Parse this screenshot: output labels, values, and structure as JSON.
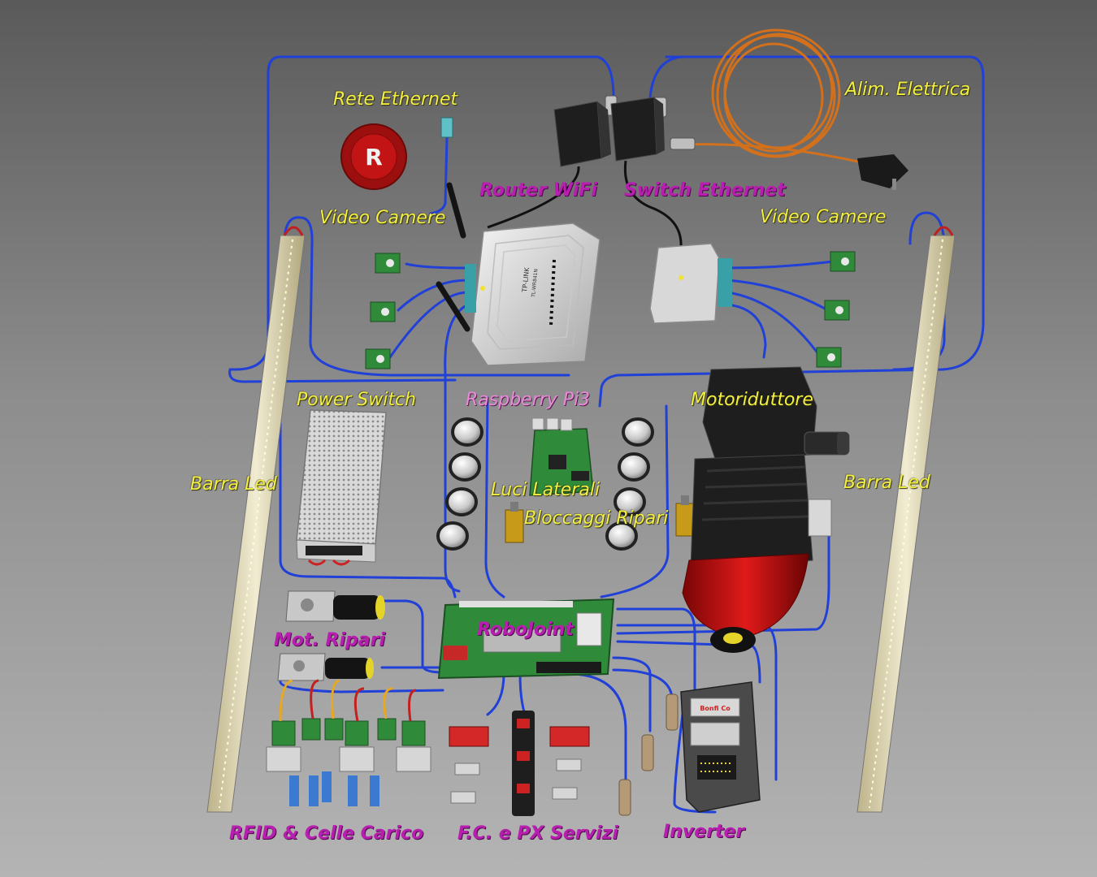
{
  "labels": {
    "rete_ethernet": "Rete Ethernet",
    "alim_elettrica": "Alim. Elettrica",
    "router_wifi": "Router WiFi",
    "switch_ethernet": "Switch Ethernet",
    "video_camere_left": "Video Camere",
    "video_camere_right": "Video Camere",
    "power_switch": "Power Switch",
    "raspberry_pi3": "Raspberry Pi3",
    "motoriduttore": "Motoriduttore",
    "barra_led_left": "Barra Led",
    "barra_led_right": "Barra Led",
    "luci_laterali": "Luci Laterali",
    "bloccaggi_ripari": "Bloccaggi Ripari",
    "mot_ripari": "Mot. Ripari",
    "robojoint": "RoboJoint",
    "rfid_celle": "RFID & Celle Carico",
    "fc_px_servizi": "F.C. e PX Servizi",
    "inverter": "Inverter"
  },
  "device_text": {
    "router_brand": "TP-LINK",
    "router_model": "TL-WR841N",
    "inverter_brand": "Bonfi Co"
  },
  "colors": {
    "label_yellow": "#f2ee42",
    "label_magenta": "#b81fb0",
    "label_pink": "#e88ad8",
    "cable_blue": "#2040d8",
    "pcb_green": "#2f8a3a",
    "motor_red": "#c41010",
    "power_cable_orange": "#d2701c"
  },
  "icons": {
    "logo": "robot-r-seal-icon",
    "router": "wifi-router-icon",
    "switch": "ethernet-switch-icon",
    "adapter": "power-adapter-icon",
    "camera": "camera-module-icon",
    "psu": "power-supply-icon",
    "raspberry": "raspberry-pi-board-icon",
    "light": "side-light-icon",
    "lock": "lock-actuator-icon",
    "motor": "gear-motor-icon",
    "led_bar": "led-bar-icon",
    "robojoint": "control-board-icon",
    "rfid": "rfid-module-icon",
    "sensor": "proximity-sensor-icon",
    "limit_switch": "limit-switch-icon",
    "inverter": "inverter-icon",
    "plug": "power-plug-icon"
  }
}
